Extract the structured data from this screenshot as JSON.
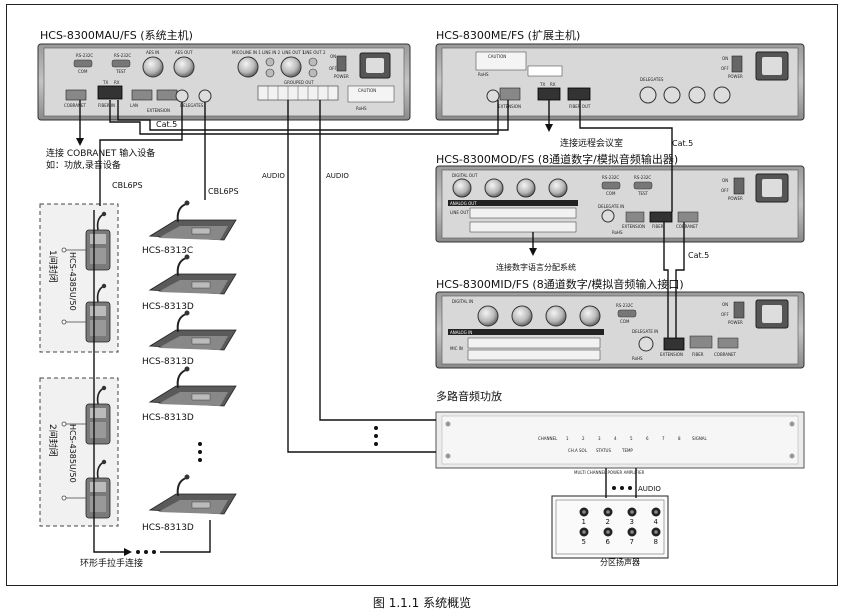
{
  "devices": {
    "mau": {
      "title": "HCS-8300MAU/FS (系统主机)",
      "panel_labels": [
        "RS-232C",
        "COM",
        "RS-232C",
        "TEST",
        "AES IN",
        "AES OUT",
        "MICOLINE IN 1",
        "LINE IN 2",
        "LINE OUT 1",
        "LINE OUT 2",
        "ON",
        "OFF",
        "POWER",
        "COBRANET",
        "FIBER IN",
        "LAN",
        "EXTENSION",
        "DELEGATES",
        "TX",
        "RX",
        "GROUPED OUT",
        "CAUTION",
        "RoHS"
      ]
    },
    "me": {
      "title": "HCS-8300ME/FS (扩展主机)",
      "panel_labels": [
        "CAUTION",
        "RoHS",
        "FIBER OUT",
        "EXTENSION",
        "TX",
        "RX",
        "DELEGATES",
        "ON",
        "OFF",
        "POWER"
      ]
    },
    "mod": {
      "title": "HCS-8300MOD/FS (8通道数字/模拟音频输出器)",
      "panel_labels": [
        "DIGITAL OUT",
        "ANALOG OUT",
        "LINE OUT",
        "RS-232C",
        "COM",
        "RS-232C",
        "TEST",
        "DELEGATE IN",
        "EXTENSION",
        "FIBER",
        "COBRANET",
        "ON",
        "OFF",
        "POWER",
        "RoHS"
      ]
    },
    "mid": {
      "title": "HCS-8300MID/FS (8通道数字/模拟音频输入接口)",
      "panel_labels": [
        "DIGITAL IN",
        "ANALOG IN",
        "MIC IN",
        "RS-232C",
        "COM",
        "DELEGATE IN",
        "EXTENSION",
        "FIBER",
        "COBRANET",
        "ON",
        "OFF",
        "POWER",
        "RoHS"
      ]
    },
    "amp": {
      "title": "多路音频功放",
      "panel_labels": [
        "CHANNEL",
        "1",
        "2",
        "3",
        "4",
        "5",
        "6",
        "7",
        "8",
        "SIGNAL",
        "CH.A SOL",
        "STATUS",
        "TEMP",
        "MULTI CHANNEL POWER AMPLIFIER"
      ]
    },
    "speakers": {
      "title": "分区扬声器",
      "numbers": [
        "1",
        "2",
        "3",
        "4",
        "5",
        "6",
        "7",
        "8"
      ]
    }
  },
  "labels": {
    "cobranet_note_1": "连接 COBRANET 输入设备",
    "cobranet_note_2": "如：功放,录音设备",
    "remote_room": "连接远程会议室",
    "digital_dist": "连接数字语言分配系统",
    "cat5_a": "Cat.5",
    "cat5_b": "Cat.5",
    "cat5_c": "Cat.5",
    "cbl6ps_a": "CBL6PS",
    "cbl6ps_b": "CBL6PS",
    "audio_a": "AUDIO",
    "audio_b": "AUDIO",
    "audio_c": "AUDIO",
    "room1": "1间封闭",
    "room2": "2间封闭",
    "box_model_1": "HCS-4385U/50",
    "box_model_2": "HCS-4385U/50",
    "ring": "环形手拉手连接",
    "unit_c": "HCS-8313C",
    "unit_d1": "HCS-8313D",
    "unit_d2": "HCS-8313D",
    "unit_d3": "HCS-8313D",
    "unit_d4": "HCS-8313D"
  },
  "caption": "图 1.1.1   系统概览"
}
